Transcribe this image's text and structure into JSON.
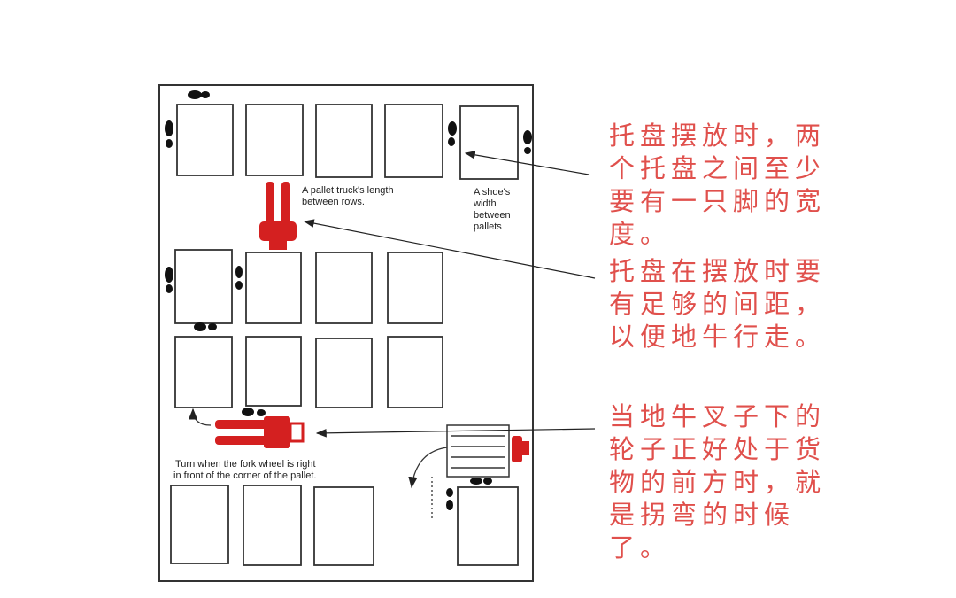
{
  "diagram": {
    "labels": {
      "truck_length": [
        "A pallet truck's length",
        "between rows."
      ],
      "shoe_width": [
        "A shoe's",
        "width",
        "between",
        "pallets"
      ],
      "turn": [
        "Turn when the fork wheel is right",
        "in front of the corner of the pallet."
      ]
    },
    "accent_color": "#d42020"
  },
  "notes": [
    {
      "text": "托盘摆放时，两个托盘之间至少要有一只脚的宽度。"
    },
    {
      "text": "托盘在摆放时要有足够的间距，以便地牛行走。"
    },
    {
      "text": "当地牛叉子下的轮子正好处于货物的前方时，就是拐弯的时候了。"
    }
  ]
}
